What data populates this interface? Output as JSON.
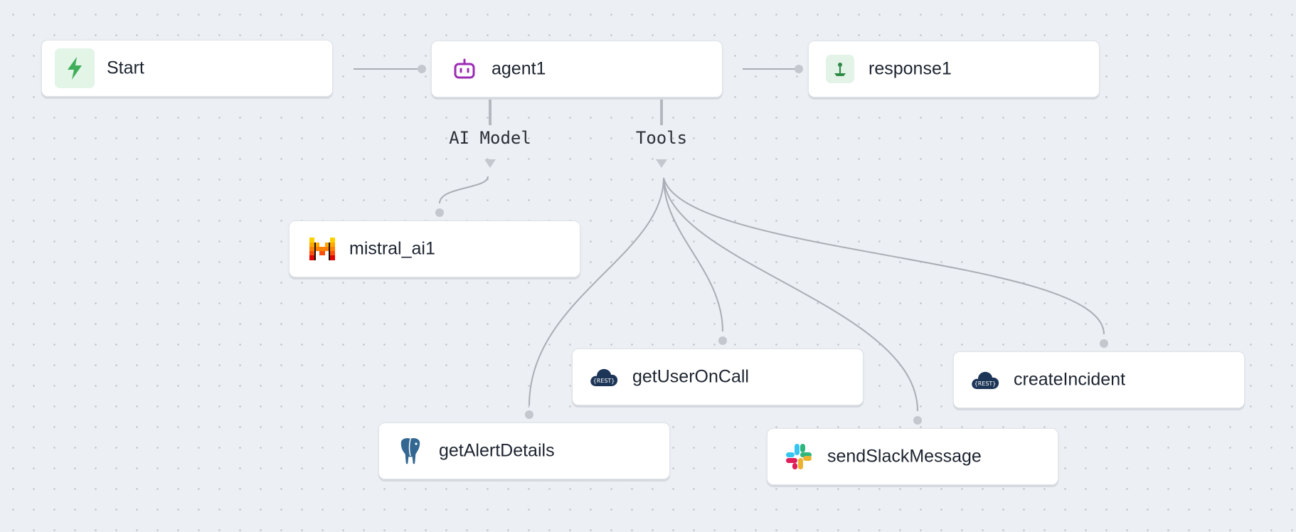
{
  "nodes": {
    "start": {
      "label": "Start",
      "icon": "lightning-bolt-icon"
    },
    "agent": {
      "label": "agent1",
      "icon": "robot-icon"
    },
    "response": {
      "label": "response1",
      "icon": "response-icon"
    },
    "model": {
      "label": "mistral_ai1",
      "icon": "mistral-logo-icon"
    },
    "alert": {
      "label": "getAlertDetails",
      "icon": "postgresql-elephant-icon"
    },
    "oncall": {
      "label": "getUserOnCall",
      "icon": "rest-cloud-icon"
    },
    "slack": {
      "label": "sendSlackMessage",
      "icon": "slack-logo-icon"
    },
    "incident": {
      "label": "createIncident",
      "icon": "rest-cloud-icon"
    }
  },
  "handles": {
    "ai_model": "AI Model",
    "tools": "Tools"
  },
  "colors": {
    "canvas": "#eceff3",
    "edge": "#a9aeb6",
    "handle": "#c4c8ce",
    "start_icon": "#3fae5a",
    "agent_icon": "#9b2bb3",
    "rest_icon": "#1d3557"
  }
}
